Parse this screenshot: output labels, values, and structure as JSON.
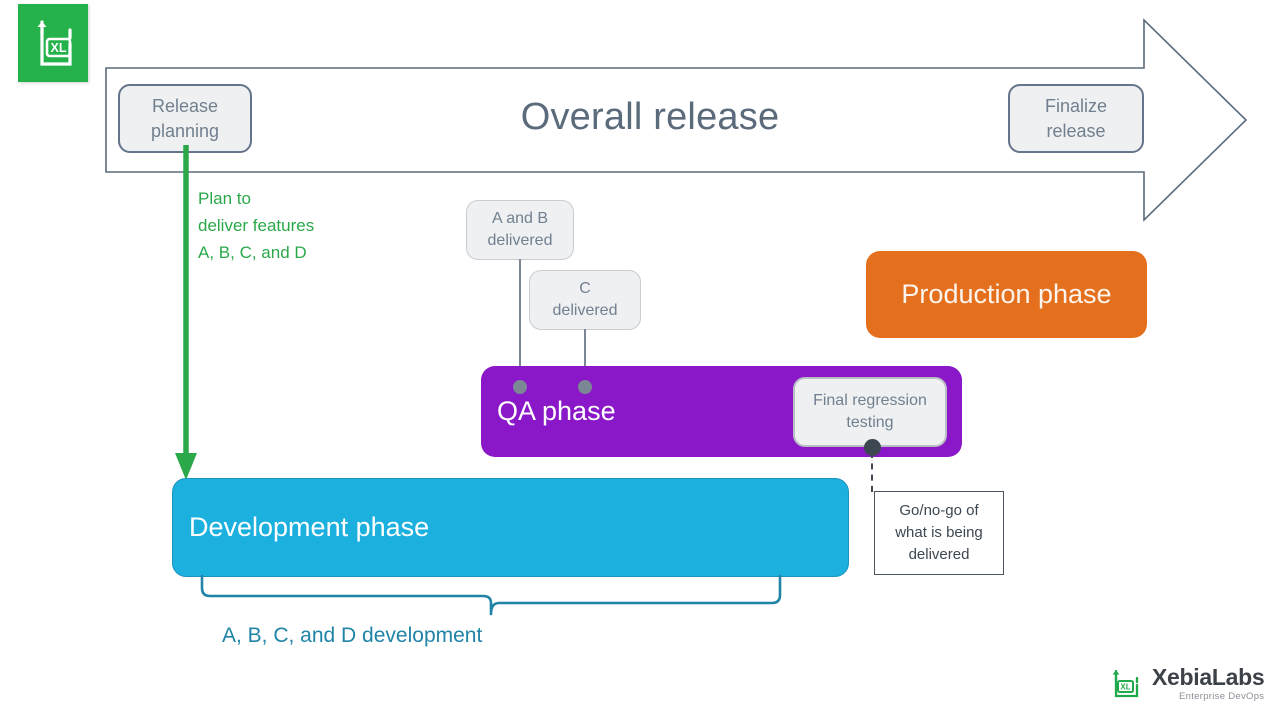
{
  "logo": {
    "badge_icon": "xl-logo-icon",
    "badge_color": "#25b24b"
  },
  "overall": {
    "title": "Overall release",
    "title_color": "#5b6b7c",
    "release_planning": "Release\nplanning",
    "finalize_release": "Finalize\nrelease",
    "chip_fill": "#eff0f1",
    "chip_border": "#64748b"
  },
  "plan_note": {
    "text": "Plan to\ndeliver features\nA, B, C, and D",
    "color": "#2aa84a"
  },
  "callouts": [
    {
      "name": "a-and-b-delivered",
      "text": "A and B\ndelivered"
    },
    {
      "name": "c-delivered",
      "text": "C\ndelivered"
    },
    {
      "name": "final-regression-testing",
      "text": "Final regression\ntesting"
    }
  ],
  "phases": [
    {
      "name": "qa-phase",
      "label": "QA phase",
      "color": "#8a18c8"
    },
    {
      "name": "development-phase",
      "label": "Development phase",
      "color": "#1cb0df"
    },
    {
      "name": "production-phase",
      "label": "Production phase",
      "color": "#e4701e"
    }
  ],
  "gonogo": {
    "text": "Go/no-go of\nwhat is being\ndelivered",
    "border_color": "#4b5560"
  },
  "brace": {
    "label": "A, B, C, and D development",
    "color": "#2084a6"
  },
  "brand": {
    "name": "XebiaLabs",
    "tagline": "Enterprise DevOps",
    "icon": "xl-logo-icon"
  }
}
